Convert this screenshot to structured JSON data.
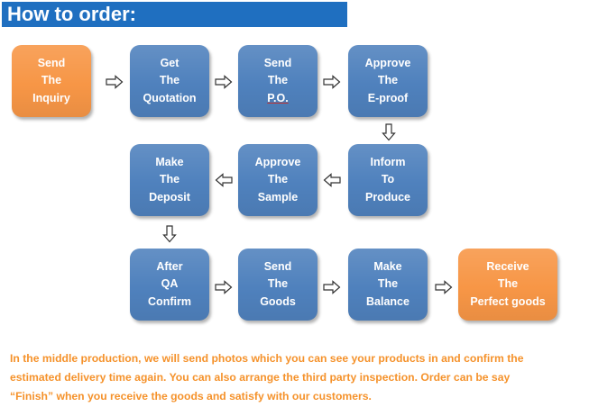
{
  "header": {
    "title": "How to order:"
  },
  "steps": {
    "send_inquiry": [
      "Send",
      "The",
      "Inquiry"
    ],
    "get_quotation": [
      "Get",
      "The",
      "Quotation"
    ],
    "send_po": [
      "Send",
      "The",
      "P.O."
    ],
    "approve_eproof": [
      "Approve",
      "The",
      "E-proof"
    ],
    "inform_produce": [
      "Inform",
      "To",
      "Produce"
    ],
    "approve_sample": [
      "Approve",
      "The",
      "Sample"
    ],
    "make_deposit": [
      "Make",
      "The",
      "Deposit"
    ],
    "after_qa": [
      "After",
      "QA",
      "Confirm"
    ],
    "send_goods": [
      "Send",
      "The",
      "Goods"
    ],
    "make_balance": [
      "Make",
      "The",
      "Balance"
    ],
    "receive_goods": [
      "Receive",
      "The",
      "Perfect goods"
    ]
  },
  "note": {
    "line1": "In the middle production, we will send photos which  you can see your products in and confirm the",
    "line2": "estimated delivery time again. You can also arrange the third party  inspection. Order can be say",
    "line3": "“Finish” when you receive the goods and satisfy with our customers."
  },
  "colors": {
    "banner": "#1f6fc0",
    "step_blue": "#4f81bd",
    "step_orange": "#f79646",
    "note_text": "#f5922b"
  },
  "icons": {
    "flow_arrow": "hollow-block-arrow"
  }
}
